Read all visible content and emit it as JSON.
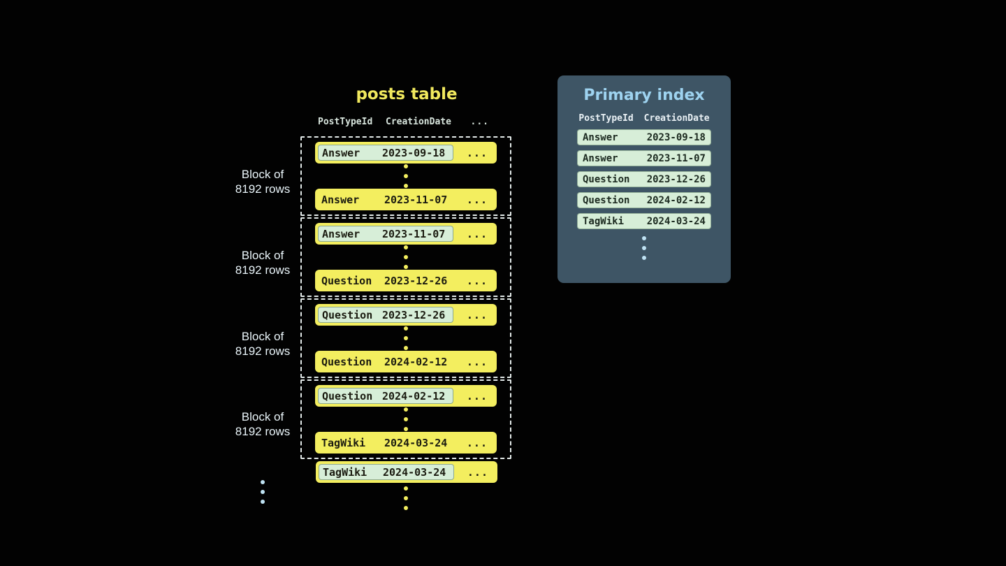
{
  "posts_table": {
    "title": "posts table",
    "header": {
      "col1": "PostTypeId",
      "col2": "CreationDate",
      "col3": "..."
    },
    "blocks": [
      {
        "label": {
          "line1": "Block of",
          "line2": "8192 rows"
        },
        "first_row": {
          "type": "Answer",
          "date": "2023-09-18",
          "rest": "..."
        },
        "last_row": {
          "type": "Answer",
          "date": "2023-11-07",
          "rest": "..."
        }
      },
      {
        "label": {
          "line1": "Block of",
          "line2": "8192 rows"
        },
        "first_row": {
          "type": "Answer",
          "date": "2023-11-07",
          "rest": "..."
        },
        "last_row": {
          "type": "Question",
          "date": "2023-12-26",
          "rest": "..."
        }
      },
      {
        "label": {
          "line1": "Block of",
          "line2": "8192 rows"
        },
        "first_row": {
          "type": "Question",
          "date": "2023-12-26",
          "rest": "..."
        },
        "last_row": {
          "type": "Question",
          "date": "2024-02-12",
          "rest": "..."
        }
      },
      {
        "label": {
          "line1": "Block of",
          "line2": "8192 rows"
        },
        "first_row": {
          "type": "Question",
          "date": "2024-02-12",
          "rest": "..."
        },
        "last_row": {
          "type": "TagWiki",
          "date": "2024-03-24",
          "rest": "..."
        }
      }
    ],
    "next_row": {
      "type": "TagWiki",
      "date": "2024-03-24",
      "rest": "..."
    }
  },
  "primary_index": {
    "title": "Primary index",
    "header": {
      "col1": "PostTypeId",
      "col2": "CreationDate"
    },
    "rows": [
      {
        "type": "Answer",
        "date": "2023-09-18"
      },
      {
        "type": "Answer",
        "date": "2023-11-07"
      },
      {
        "type": "Question",
        "date": "2023-12-26"
      },
      {
        "type": "Question",
        "date": "2024-02-12"
      },
      {
        "type": "TagWiki",
        "date": "2024-03-24"
      }
    ]
  },
  "colors": {
    "background": "#020202",
    "row_yellow": "#f3ee5f",
    "chip_mint": "#d7eed8",
    "panel_slate": "#3e5565",
    "title_yellow": "#f1e95e",
    "index_title_blue": "#9ed3f0",
    "label_text": "#eaf5fa",
    "dots_blue": "#bfe2f3"
  }
}
